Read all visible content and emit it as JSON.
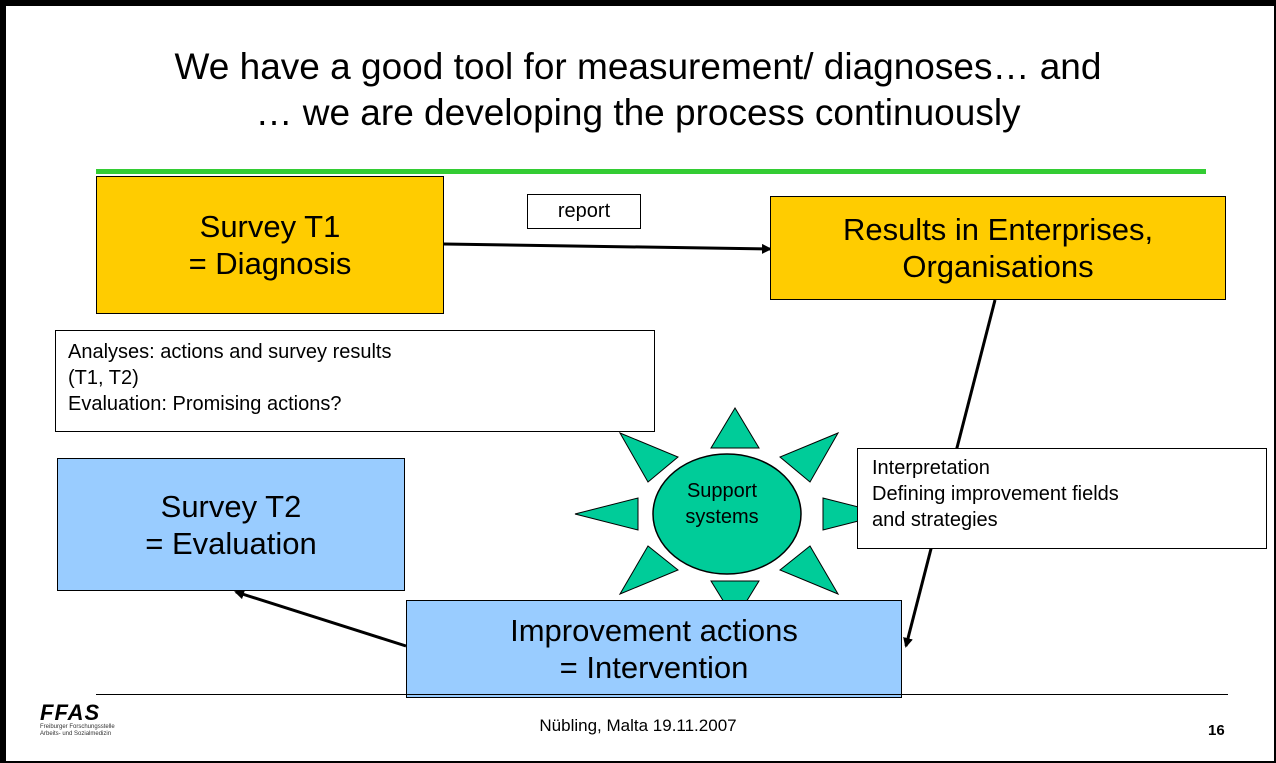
{
  "slide": {
    "title_line1": "We have a good tool for measurement/ diagnoses… and",
    "title_line2": "… we are developing the process continuously",
    "accent_color": "#33cc33"
  },
  "boxes": {
    "survey_t1": {
      "line1": "Survey T1",
      "line2": "= Diagnosis",
      "color": "#ffcc00"
    },
    "results": {
      "line1": "Results in Enterprises,",
      "line2": "Organisations",
      "color": "#ffcc00"
    },
    "survey_t2": {
      "line1": "Survey T2",
      "line2": "= Evaluation",
      "color": "#99ccff"
    },
    "improvement": {
      "line1": "Improvement actions",
      "line2": "= Intervention",
      "color": "#99ccff"
    }
  },
  "notes": {
    "report": "report",
    "analyses": {
      "line1": "Analyses: actions and survey results",
      "line2": "(T1, T2)",
      "line3": "Evaluation: Promising actions?"
    },
    "interpretation": {
      "line1": "Interpretation",
      "line2": "Defining improvement fields",
      "line3": "and strategies"
    }
  },
  "support": {
    "line1": "Support",
    "line2": "systems",
    "color": "#00cc99"
  },
  "footer": {
    "logo_text": "FFAS",
    "logo_subtitle_line1": "Freiburger Forschungsstelle",
    "logo_subtitle_line2": "Arbeits- und Sozialmedizin",
    "center_text": "Nübling, Malta 19.11.2007",
    "page_number": "16"
  }
}
